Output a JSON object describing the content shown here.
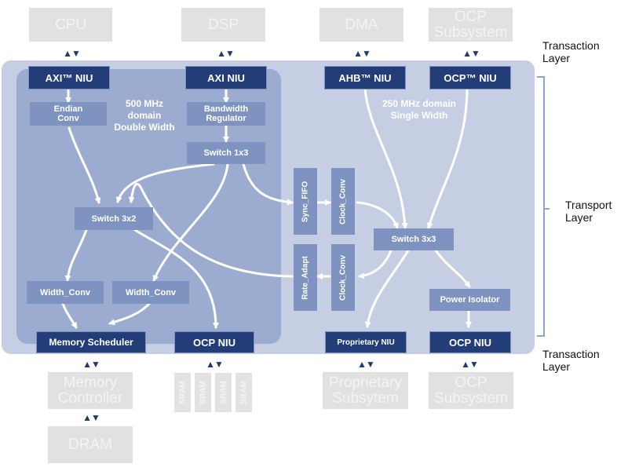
{
  "external_top": {
    "cpu": "CPU",
    "dsp": "DSP",
    "dma": "DMA",
    "ocp_sub_line1": "OCP",
    "ocp_sub_line2": "Subsystem"
  },
  "external_bottom": {
    "mem_ctrl_line1": "Memory",
    "mem_ctrl_line2": "Controller",
    "dram": "DRAM",
    "sram": [
      "SRAM",
      "SRAM",
      "SRAM",
      "SRAM"
    ],
    "prop_line1": "Proprietary",
    "prop_line2": "Subsytem",
    "ocp_line1": "OCP",
    "ocp_line2": "Subsystem"
  },
  "top_nius": {
    "axi1": "AXI™ NIU",
    "axi2": "AXI NIU",
    "ahb": "AHB™ NIU",
    "ocp": "OCP™ NIU"
  },
  "bottom_nius": {
    "memsched": "Memory Scheduler",
    "ocp1": "OCP NIU",
    "prop": "Proprietary NIU",
    "ocp2": "OCP NIU"
  },
  "blocks": {
    "endian_line1": "Endian",
    "endian_line2": "Conv",
    "bw_line1": "Bandwidth",
    "bw_line2": "Regulator",
    "switch1x3": "Switch 1x3",
    "switch3x2": "Switch 3x2",
    "width_conv_1": "Width_Conv",
    "width_conv_2": "Width_Conv",
    "sync_fifo": "Sync_FIFO",
    "clock_conv_1": "Clock_Conv",
    "rate_adapt": "Rate_Adapt",
    "clock_conv_2": "Clock_Conv",
    "switch3x3": "Switch 3x3",
    "power_isolator": "Power Isolator"
  },
  "domains": {
    "d500_line1": "500 MHz",
    "d500_line2": "domain",
    "d500_line3": "Double Width",
    "d250_line1": "250 MHz domain",
    "d250_line2": "Single Width"
  },
  "layers": {
    "top_line1": "Transaction",
    "top_line2": "Layer",
    "mid_line1": "Transport",
    "mid_line2": "Layer",
    "bot_line1": "Transaction",
    "bot_line2": "Layer"
  },
  "arrow_glyph": "▲▼",
  "colors": {
    "niu": "#233d78",
    "block": "#7f93c0",
    "inner_domain": "#9cabd0",
    "outer_domain": "#c6cee3",
    "external": "#e1e1e1",
    "flow": "#ffffff"
  }
}
